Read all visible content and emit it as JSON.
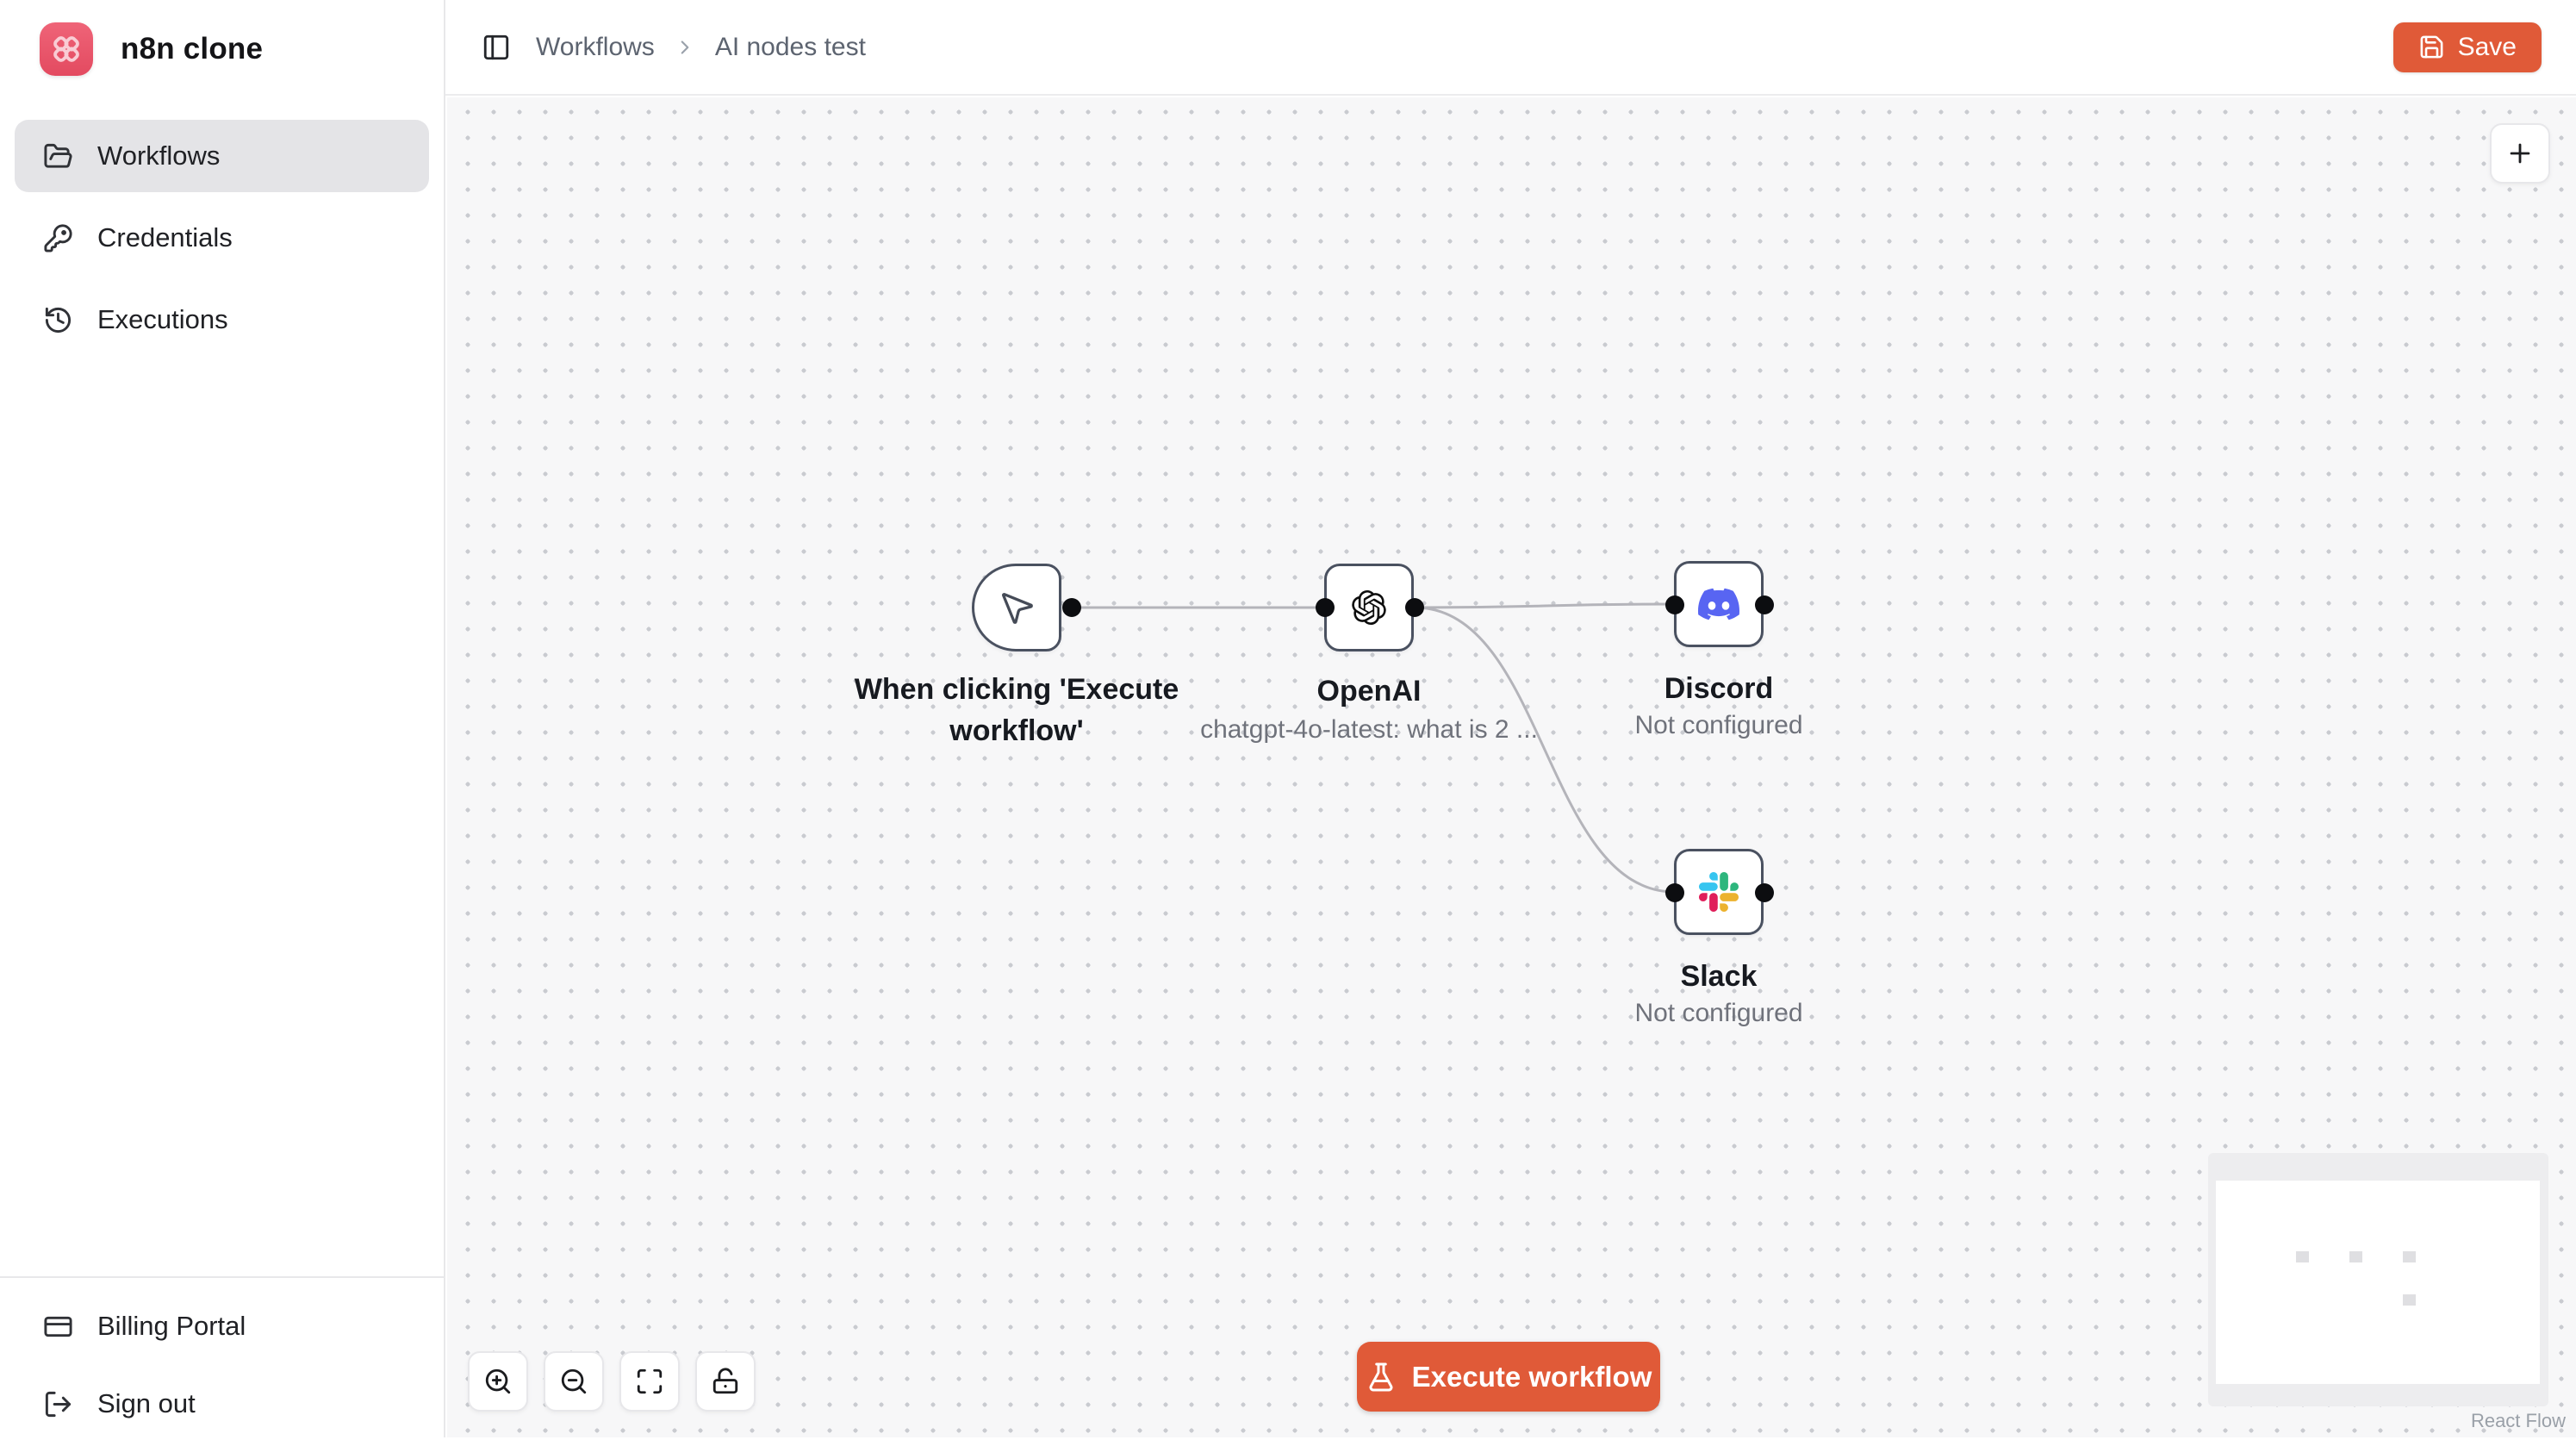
{
  "app": {
    "title": "n8n clone"
  },
  "sidebar": {
    "items": [
      {
        "label": "Workflows",
        "icon": "folder-open-icon",
        "active": true
      },
      {
        "label": "Credentials",
        "icon": "key-icon",
        "active": false
      },
      {
        "label": "Executions",
        "icon": "history-icon",
        "active": false
      }
    ],
    "footer_items": [
      {
        "label": "Billing Portal",
        "icon": "credit-card-icon"
      },
      {
        "label": "Sign out",
        "icon": "sign-out-icon"
      }
    ]
  },
  "header": {
    "breadcrumb": {
      "root": "Workflows",
      "current": "AI nodes test"
    },
    "save_label": "Save"
  },
  "canvas": {
    "nodes": [
      {
        "type": "manual-trigger",
        "icon": "mouse-pointer-icon",
        "label": "When clicking 'Execute workflow'"
      },
      {
        "type": "openai",
        "icon": "openai-icon",
        "label": "OpenAI",
        "subtitle": "chatgpt-4o-latest: what is 2 ..."
      },
      {
        "type": "discord",
        "icon": "discord-icon",
        "label": "Discord",
        "subtitle": "Not configured"
      },
      {
        "type": "slack",
        "icon": "slack-icon",
        "label": "Slack",
        "subtitle": "Not configured"
      }
    ],
    "execute_button_label": "Execute workflow",
    "attribution": "React Flow",
    "minimap_node_count": 4
  },
  "colors": {
    "accent": "#e05a38",
    "edge": "#b4b4ba",
    "node_border": "#4a5160",
    "canvas_bg": "#f7f7f8",
    "active_item_bg": "#e4e4e7",
    "logo_pink": "#e85a6e",
    "discord_blurple": "#5865F2",
    "slack_palette": [
      "#36C5F0",
      "#2EB67D",
      "#ECB22E",
      "#E01E5A"
    ]
  }
}
